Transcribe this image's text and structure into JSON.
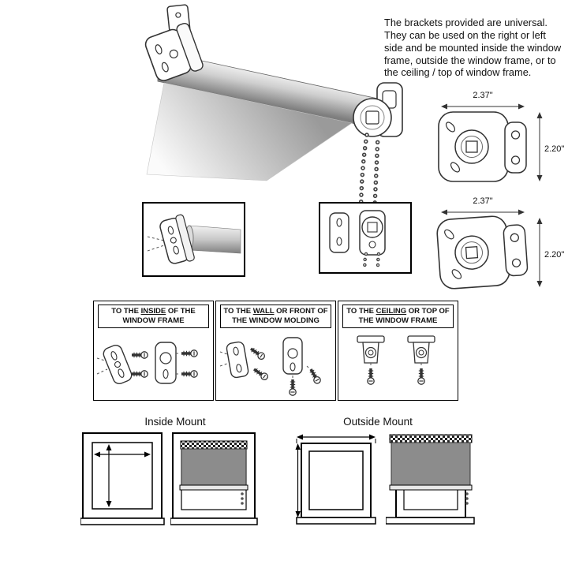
{
  "intro": {
    "text": "The brackets provided are universal. They can be used on the right or left side and be mounted inside the window frame, outside the window frame, or to the ceiling / top of window frame."
  },
  "dims": [
    {
      "width": "2.37\"",
      "height": "2.20\""
    },
    {
      "width": "2.37\"",
      "height": "2.20\""
    }
  ],
  "instructions": [
    {
      "pre": "TO THE ",
      "key": "INSIDE",
      "post": " OF THE",
      "line2": "WINDOW FRAME"
    },
    {
      "pre": "TO THE ",
      "key": "WALL",
      "post": " OR FRONT OF",
      "line2": "THE WINDOW MOLDING"
    },
    {
      "pre": "TO THE ",
      "key": "CEILING",
      "post": " OR TOP OF",
      "line2": "THE WINDOW FRAME"
    }
  ],
  "mounts": {
    "inside": "Inside Mount",
    "outside": "Outside Mount"
  }
}
